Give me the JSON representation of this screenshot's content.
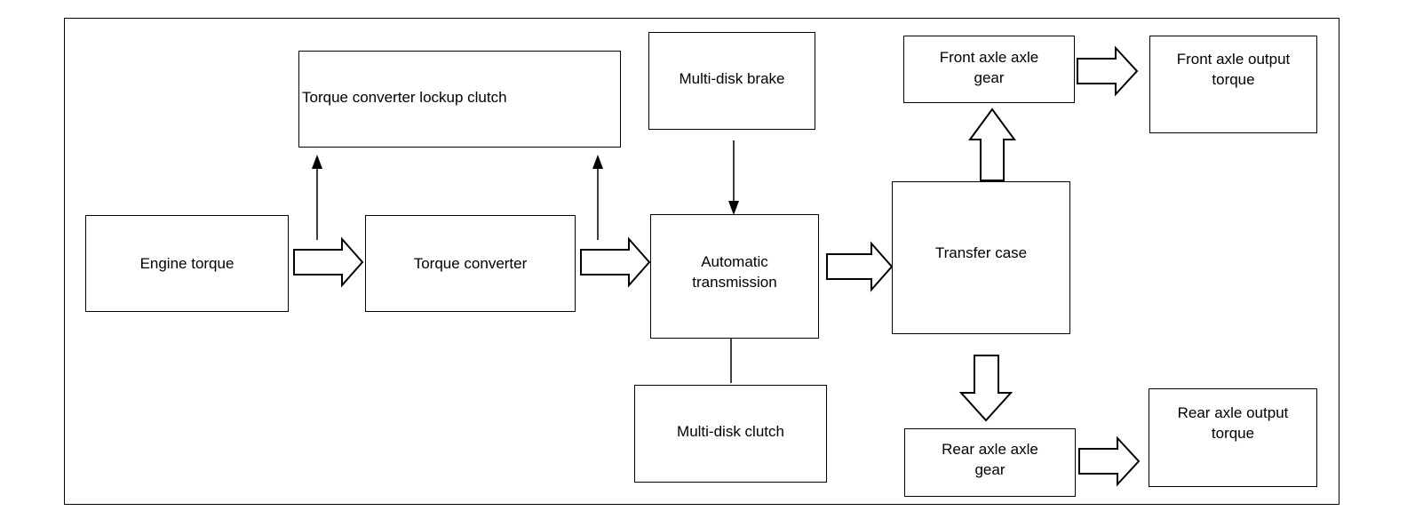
{
  "diagram": {
    "nodes": {
      "engine_torque": "Engine torque",
      "torque_converter": "Torque converter",
      "lockup_clutch": "Torque converter lockup clutch",
      "multi_disk_brake": "Multi-disk brake",
      "automatic_transmission": "Automatic\ntransmission",
      "multi_disk_clutch": "Multi-disk clutch",
      "transfer_case": "Transfer case",
      "front_axle_gear": "Front axle axle\ngear",
      "front_axle_output": "Front axle output\ntorque",
      "rear_axle_gear": "Rear axle axle\ngear",
      "rear_axle_output": "Rear axle output\ntorque"
    },
    "edges": [
      {
        "from": "engine_torque",
        "to": "torque_converter",
        "style": "block-arrow"
      },
      {
        "from": "engine_torque",
        "to": "lockup_clutch",
        "style": "line-arrow"
      },
      {
        "from": "torque_converter",
        "to": "lockup_clutch",
        "style": "line-arrow"
      },
      {
        "from": "torque_converter",
        "to": "automatic_transmission",
        "style": "block-arrow"
      },
      {
        "from": "multi_disk_brake",
        "to": "automatic_transmission",
        "style": "line-arrow"
      },
      {
        "from": "multi_disk_clutch",
        "to": "automatic_transmission",
        "style": "line-arrow"
      },
      {
        "from": "automatic_transmission",
        "to": "transfer_case",
        "style": "block-arrow"
      },
      {
        "from": "transfer_case",
        "to": "front_axle_gear",
        "style": "block-arrow"
      },
      {
        "from": "transfer_case",
        "to": "rear_axle_gear",
        "style": "block-arrow"
      },
      {
        "from": "front_axle_gear",
        "to": "front_axle_output",
        "style": "block-arrow"
      },
      {
        "from": "rear_axle_gear",
        "to": "rear_axle_output",
        "style": "block-arrow"
      }
    ]
  }
}
